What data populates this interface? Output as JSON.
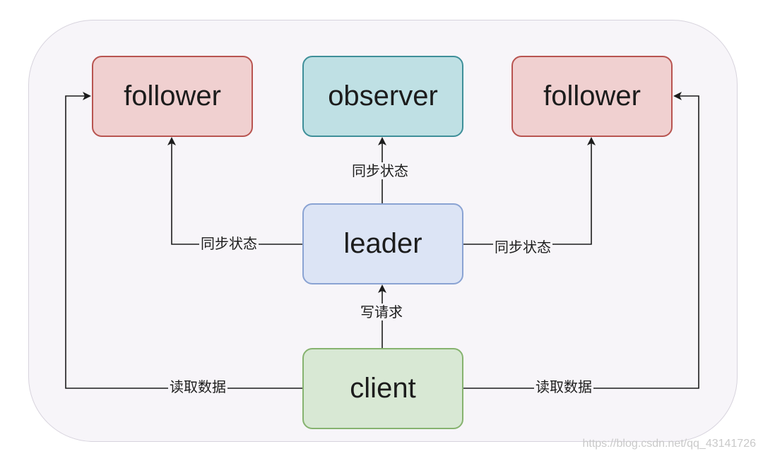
{
  "nodes": {
    "follower_left": "follower",
    "observer": "observer",
    "follower_right": "follower",
    "leader": "leader",
    "client": "client"
  },
  "edges": {
    "leader_to_follower_left": "同步状态",
    "leader_to_observer": "同步状态",
    "leader_to_follower_right": "同步状态",
    "client_to_leader": "写请求",
    "client_to_follower_left": "读取数据",
    "client_to_follower_right": "读取数据"
  },
  "watermark": "https://blog.csdn.net/qq_43141726",
  "colors": {
    "follower_fill": "#f0d0d0",
    "follower_stroke": "#b85450",
    "observer_fill": "#bfe0e4",
    "observer_stroke": "#3e8f99",
    "leader_fill": "#dce4f5",
    "leader_stroke": "#8aa3d3",
    "client_fill": "#d8e8d4",
    "client_stroke": "#86b36f",
    "edge": "#1c1c1c"
  }
}
